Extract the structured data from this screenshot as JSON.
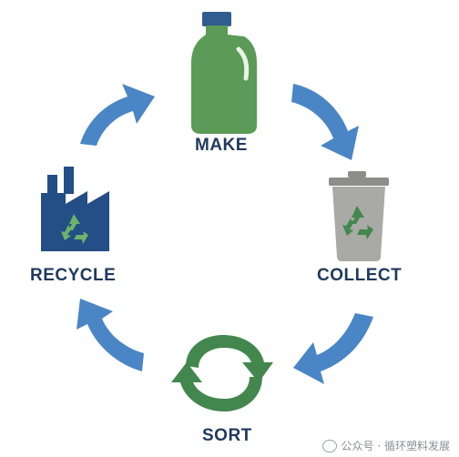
{
  "steps": {
    "make": "MAKE",
    "collect": "COLLECT",
    "sort": "SORT",
    "recycle": "RECYCLE"
  },
  "watermark": {
    "text": "公众号 · 循环塑料发展"
  },
  "colors": {
    "arrow_blue": "#4a86c5",
    "bottle_green": "#5b9a57",
    "bottle_cap": "#2f5d8f",
    "bin_grey": "#a9aaa5",
    "bin_lid": "#8d8e89",
    "factory_blue": "#234e86",
    "sort_green": "#43874f",
    "recycle_symbol": "#6db36a",
    "label_navy": "#1f3a5c"
  },
  "icons": [
    "bottle-icon",
    "trash-bin-icon",
    "sort-cycle-icon",
    "factory-icon",
    "recycle-symbol-icon",
    "wechat-icon"
  ]
}
